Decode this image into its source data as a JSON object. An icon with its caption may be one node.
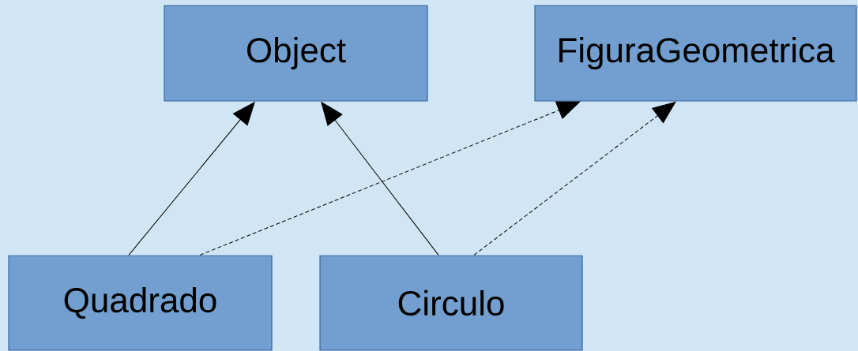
{
  "diagram": {
    "nodes": [
      {
        "text": [
          "Object"
        ]
      },
      {
        "text": [
          "FiguraGeometrica"
        ]
      },
      {
        "text": [
          "Quadrado"
        ]
      },
      {
        "text": [
          "Circulo"
        ]
      }
    ],
    "edges": [
      {
        "from": 2,
        "to": 0,
        "arrow": "to"
      },
      {
        "from": 3,
        "to": 0,
        "arrow": "to"
      },
      {
        "from": 2,
        "to": 1,
        "arrow": "to",
        "style": "dashed"
      },
      {
        "from": 3,
        "to": 1,
        "arrow": "to",
        "style": "dashed"
      }
    ]
  }
}
